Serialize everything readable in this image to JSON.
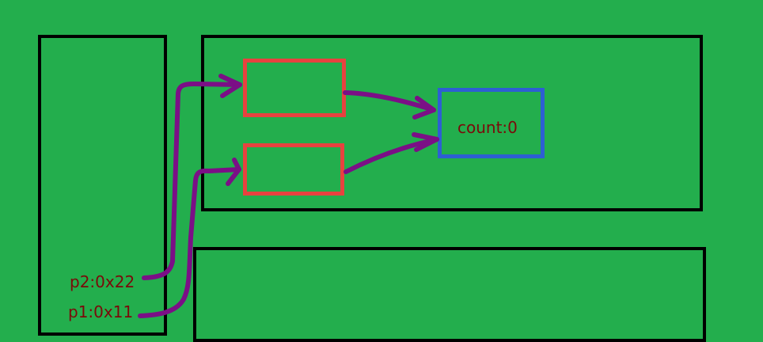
{
  "labels": {
    "count": "count:0",
    "p2": "p2:0x22",
    "p1": "p1:0x11"
  },
  "colors": {
    "background": "#23AE4D",
    "frame": "#000000",
    "object_box": "#E8423F",
    "count_box": "#2D5FD3",
    "arrow": "#7B0F86",
    "text": "#7A0A0A"
  }
}
